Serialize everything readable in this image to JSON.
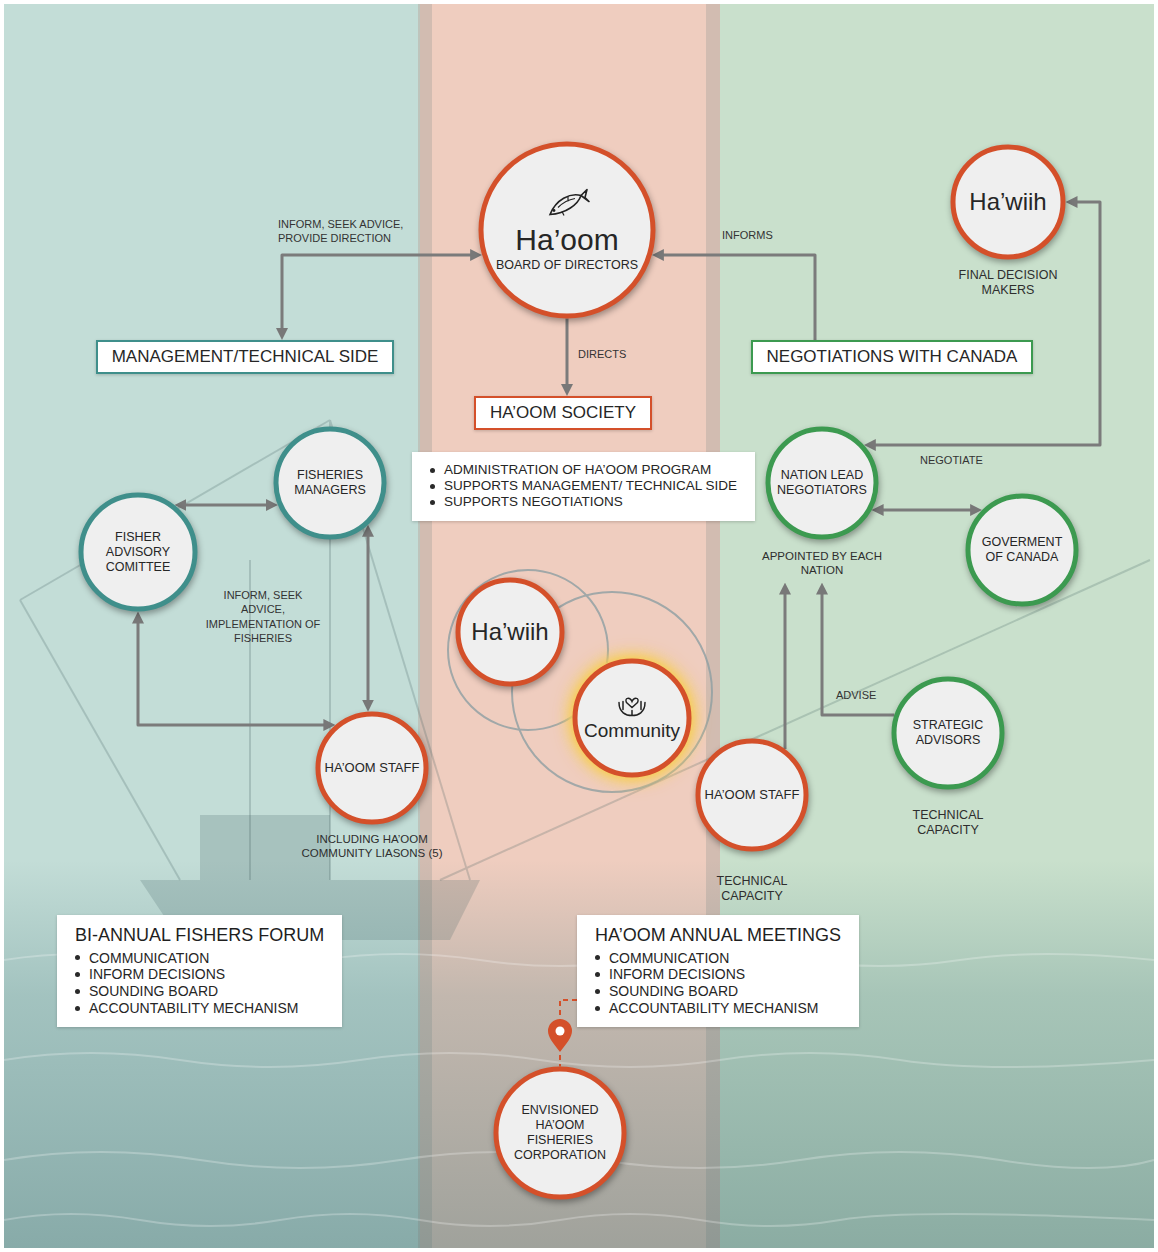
{
  "diagram": {
    "nodes": [
      {
        "text": [
          "Ha’oom",
          "BOARD OF DIRECTORS"
        ]
      },
      {
        "text": [
          "Ha’wiih",
          "FINAL DECISION MAKERS"
        ]
      },
      {
        "text": [
          "MANAGEMENT/TECHNICAL SIDE"
        ]
      },
      {
        "text": [
          "HA’OOM SOCIETY"
        ]
      },
      {
        "text": [
          "NEGOTIATIONS WITH CANADA"
        ]
      },
      {
        "text": [
          "ADMINISTRATION OF HA’OOM PROGRAM",
          "SUPPORTS MANAGEMENT/ TECHNICAL SIDE",
          "SUPPORTS NEGOTIATIONS"
        ]
      },
      {
        "text": [
          "FISHERIES MANAGERS"
        ]
      },
      {
        "text": [
          "FISHER ADVISORY COMITTEE"
        ]
      },
      {
        "text": [
          "NATION LEAD NEGOTIATORS",
          "APPOINTED BY EACH NATION"
        ]
      },
      {
        "text": [
          "GOVERMENT OF CANADA"
        ]
      },
      {
        "text": [
          "Ha’wiih"
        ]
      },
      {
        "text": [
          "Community"
        ]
      },
      {
        "text": [
          "HA’OOM STAFF",
          "INCLUDING HA’OOM COMMUNITY LIASONS (5)"
        ]
      },
      {
        "text": [
          "HA’OOM STAFF",
          "TECHNICAL CAPACITY"
        ]
      },
      {
        "text": [
          "STRATEGIC ADVISORS",
          "TECHNICAL CAPACITY"
        ]
      },
      {
        "text": [
          "BI-ANNUAL FISHERS FORUM",
          "COMMUNICATION",
          "INFORM DECISIONS",
          "SOUNDING BOARD",
          "ACCOUNTABILITY MECHANISM"
        ]
      },
      {
        "text": [
          "HA’OOM ANNUAL MEETINGS",
          "COMMUNICATION",
          "INFORM DECISIONS",
          "SOUNDING BOARD",
          "ACCOUNTABILITY MECHANISM"
        ]
      },
      {
        "text": [
          "ENVISIONED HA’OOM FISHERIES CORPORATION"
        ]
      }
    ],
    "edges": [
      {
        "from": 0,
        "to": 2,
        "arrow": "both",
        "label": "INFORM, SEEK ADVICE, PROVIDE DIRECTION"
      },
      {
        "from": 4,
        "to": 0,
        "arrow": "to",
        "label": "INFORMS"
      },
      {
        "from": 0,
        "to": 3,
        "arrow": "to",
        "label": "DIRECTS"
      },
      {
        "from": 8,
        "to": 1,
        "arrow": "both",
        "label": "NEGOTIATE"
      },
      {
        "from": 6,
        "to": 7,
        "arrow": "both"
      },
      {
        "from": 6,
        "to": 12,
        "arrow": "both",
        "label": "INFORM, SEEK ADVICE, IMPLEMENTATION OF FISHERIES"
      },
      {
        "from": 7,
        "to": 12,
        "arrow": "both"
      },
      {
        "from": 8,
        "to": 9,
        "arrow": "both"
      },
      {
        "from": 13,
        "to": 8,
        "arrow": "to"
      },
      {
        "from": 14,
        "to": 8,
        "arrow": "to",
        "label": "ADVISE"
      },
      {
        "from": 16,
        "to": 17,
        "arrow": "none"
      }
    ]
  }
}
